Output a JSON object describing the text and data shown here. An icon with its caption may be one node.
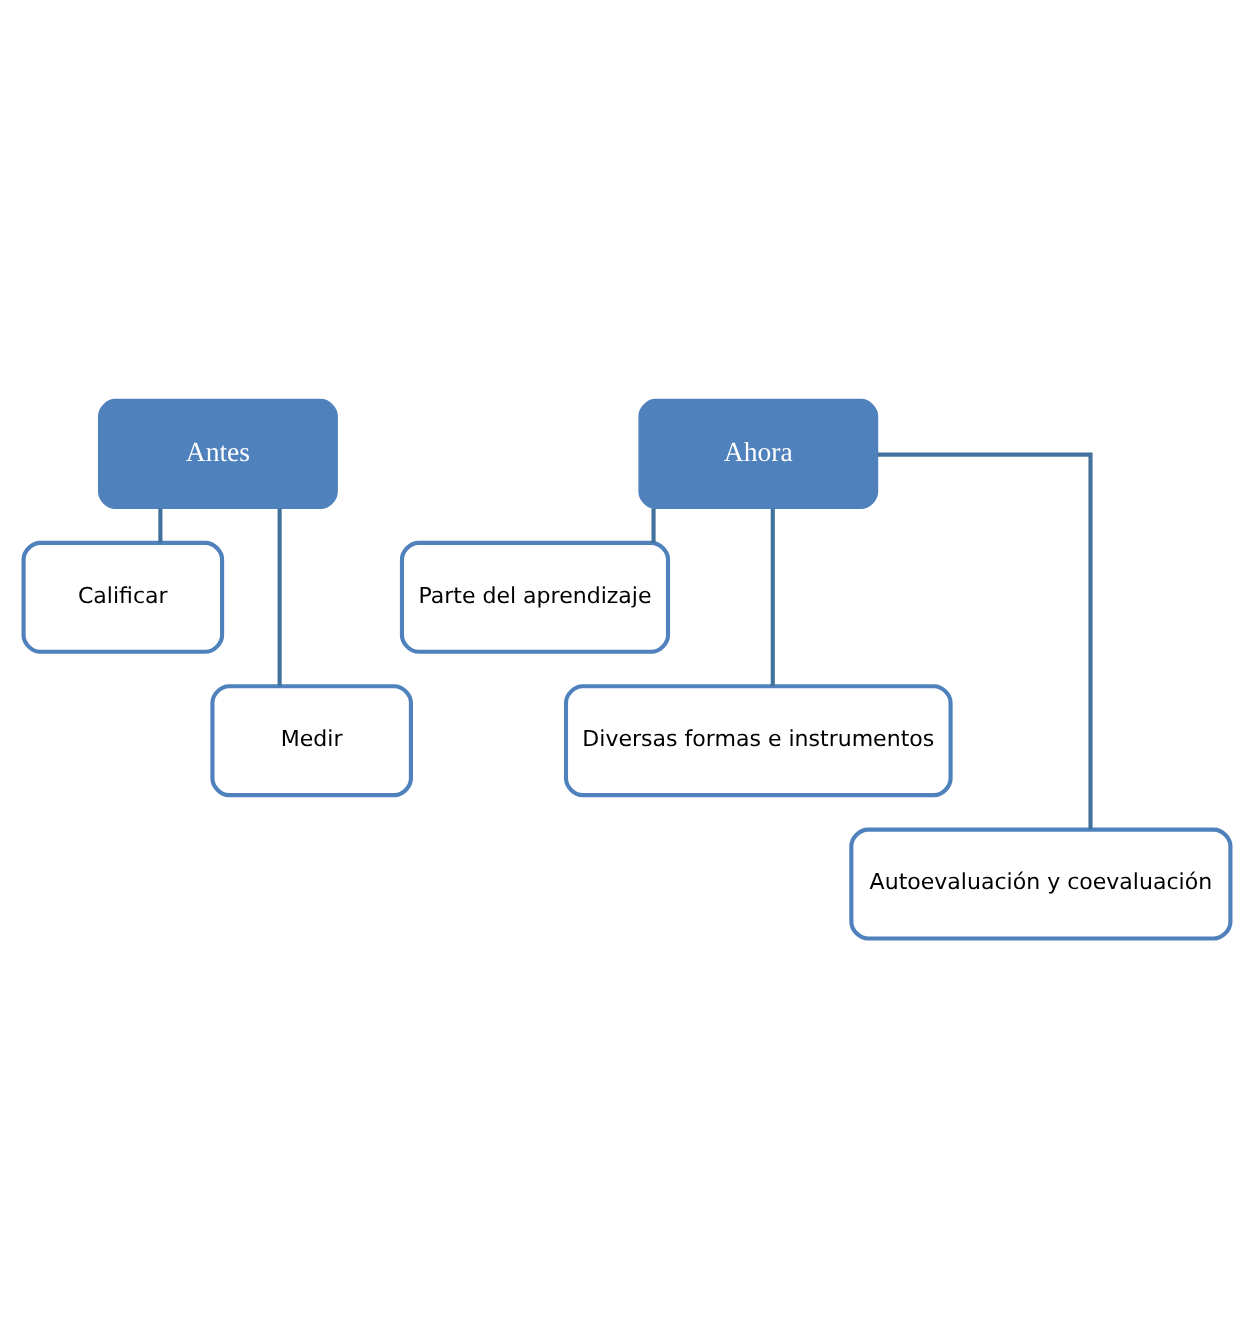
{
  "diagram": {
    "nodes": [
      {
        "text": [
          "Antes"
        ]
      },
      {
        "text": [
          "Calificar"
        ]
      },
      {
        "text": [
          "Medir"
        ]
      },
      {
        "text": [
          "Ahora"
        ]
      },
      {
        "text": [
          "Parte del aprendizaje"
        ]
      },
      {
        "text": [
          "Diversas formas e instrumentos"
        ]
      },
      {
        "text": [
          "Autoevaluación y coevaluación"
        ]
      }
    ],
    "edges": [
      {
        "from": 0,
        "to": 1,
        "arrow": "none"
      },
      {
        "from": 0,
        "to": 2,
        "arrow": "none"
      },
      {
        "from": 3,
        "to": 4,
        "arrow": "none"
      },
      {
        "from": 3,
        "to": 5,
        "arrow": "none"
      },
      {
        "from": 3,
        "to": 6,
        "arrow": "none"
      }
    ]
  }
}
